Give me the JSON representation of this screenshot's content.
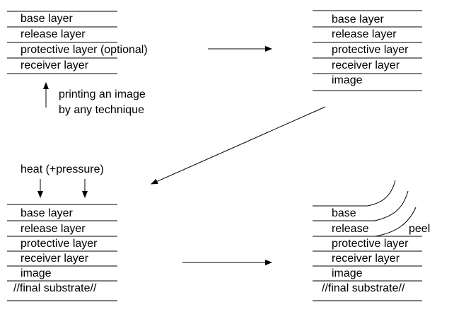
{
  "stack_initial": {
    "layers": [
      "base layer",
      "release layer",
      "protective layer (optional)",
      "receiver layer"
    ]
  },
  "stack_printed": {
    "layers": [
      "base layer",
      "release layer",
      "protective layer",
      "receiver layer",
      "image"
    ]
  },
  "printing_note": {
    "line1": "printing an image",
    "line2": "by any technique"
  },
  "heat_label": "heat (+pressure)",
  "stack_transfer": {
    "layers": [
      "base layer",
      "release layer",
      "protective layer",
      "receiver layer",
      "image",
      "//final substrate//"
    ]
  },
  "stack_peeled": {
    "layers": [
      "base",
      "release",
      "protective layer",
      "receiver layer",
      "image",
      "//final substrate//"
    ]
  },
  "peel_label": "peel",
  "colors": {
    "line": "#000000",
    "text": "#000000",
    "background": "#ffffff"
  }
}
